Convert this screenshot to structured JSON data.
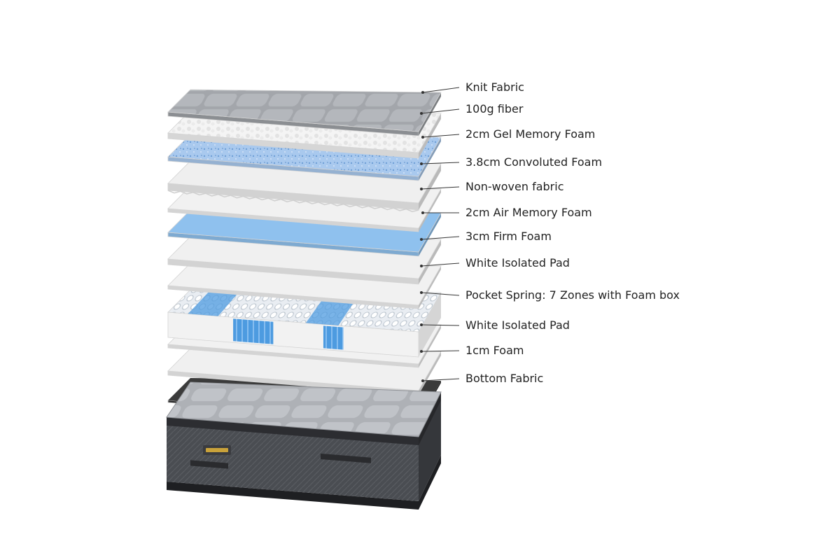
{
  "layers": [
    {
      "label": "Knit Fabric",
      "fill": "#9ea1a6",
      "pattern": "quilt"
    },
    {
      "label": "100g fiber",
      "fill": "#f3f3f3",
      "pattern": "fiber"
    },
    {
      "label": "2cm Gel Memory Foam",
      "fill": "#a9c9ee",
      "pattern": "speckle"
    },
    {
      "label": "3.8cm Convoluted Foam",
      "fill": "#efefef",
      "pattern": "wave"
    },
    {
      "label": "Non-woven fabric",
      "fill": "#f1f1f1",
      "pattern": "plain"
    },
    {
      "label": "2cm Air Memory Foam",
      "fill": "#8fc1ee",
      "pattern": "plain"
    },
    {
      "label": "3cm Firm Foam",
      "fill": "#f0f0f0",
      "pattern": "plain"
    },
    {
      "label": "White Isolated Pad",
      "fill": "#f1f1f1",
      "pattern": "plain"
    },
    {
      "label": "Pocket Spring: 7 Zones with Foam box",
      "fill": "#f4f4f4",
      "pattern": "spring"
    },
    {
      "label": "White Isolated Pad",
      "fill": "#f1f1f1",
      "pattern": "plain"
    },
    {
      "label": "1cm Foam",
      "fill": "#f0f0f0",
      "pattern": "plain"
    },
    {
      "label": "Bottom Fabric",
      "fill": "#3b3b3b",
      "pattern": "plain"
    }
  ],
  "colors": {
    "leader_line": "#333333",
    "label_text": "#222222",
    "layer_edge": "#d4d4d4",
    "spring_blue": "#4d9be0",
    "spring_white": "#e8eef5",
    "mattress_top": "#b9bcc1",
    "mattress_side": "#3e4045",
    "mattress_base": "#1e1f22"
  },
  "mattress": {
    "icon": "assembled-mattress-icon"
  }
}
